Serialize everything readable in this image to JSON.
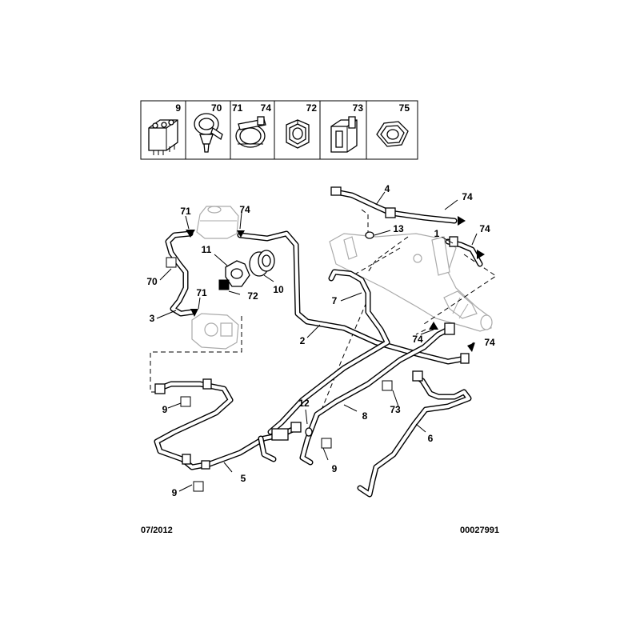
{
  "legend": {
    "numbers": [
      "9",
      "70",
      "71",
      "74",
      "72",
      "73",
      "75"
    ]
  },
  "callouts": {
    "n4": "4",
    "n74a": "74",
    "n74b": "74",
    "n1": "1",
    "n13": "13",
    "n71a": "71",
    "n74c": "74",
    "n11": "11",
    "n70": "70",
    "n72": "72",
    "n10": "10",
    "n7": "7",
    "n71b": "71",
    "n3": "3",
    "n2": "2",
    "n74d": "74",
    "n74e": "74",
    "n12": "12",
    "n73": "73",
    "n8": "8",
    "n9a": "9",
    "n6": "6",
    "n9b": "9",
    "n5": "5",
    "n9c": "9"
  },
  "footer": {
    "date": "07/2012",
    "reference": "00027991"
  }
}
